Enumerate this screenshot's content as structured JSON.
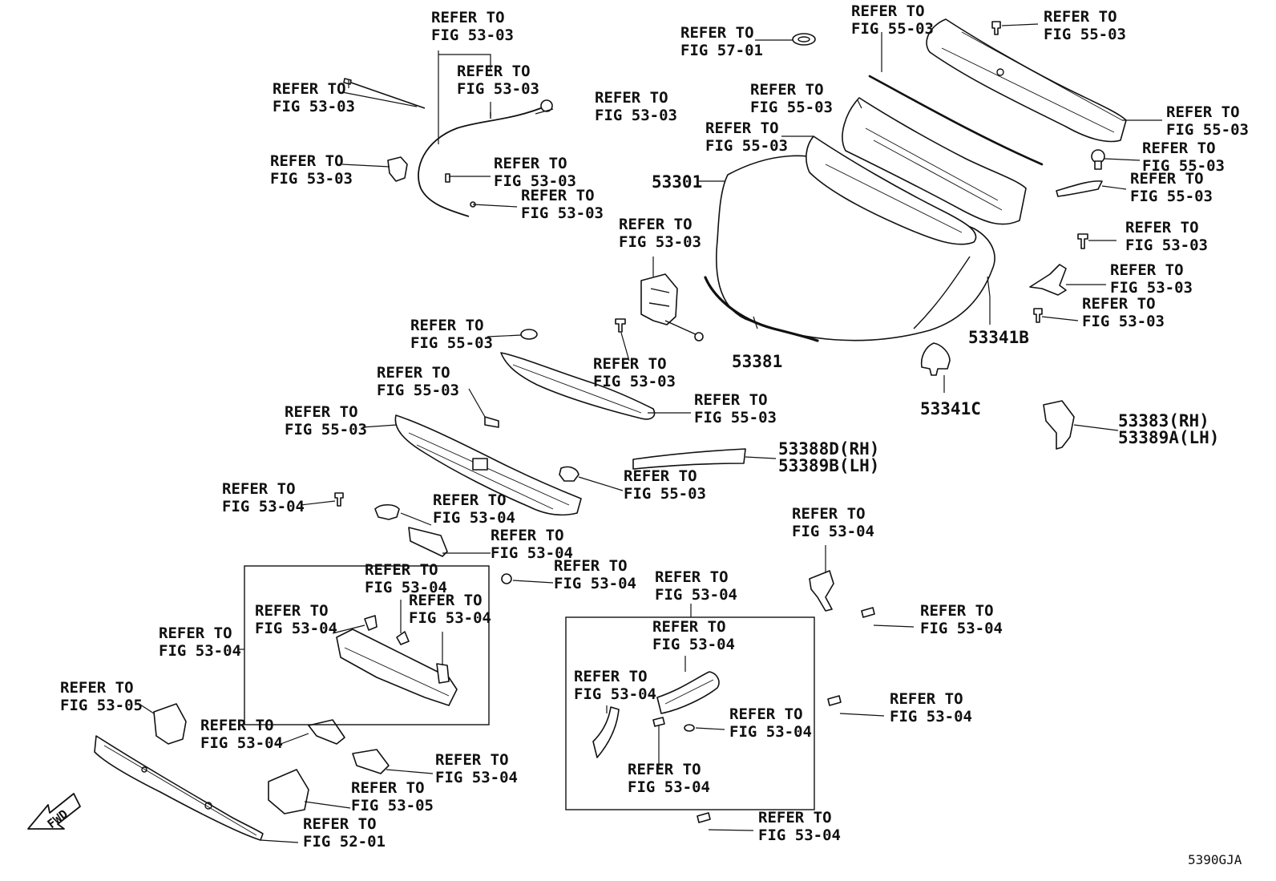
{
  "callouts": [
    {
      "id": "c01",
      "line1": "REFER TO",
      "line2": "FIG 53-03"
    },
    {
      "id": "c02",
      "line1": "REFER TO",
      "line2": "FIG 53-03"
    },
    {
      "id": "c03",
      "line1": "REFER TO",
      "line2": "FIG 53-03"
    },
    {
      "id": "c04",
      "line1": "REFER TO",
      "line2": "FIG 53-03"
    },
    {
      "id": "c05",
      "line1": "REFER TO",
      "line2": "FIG 53-03"
    },
    {
      "id": "c06",
      "line1": "REFER TO",
      "line2": "FIG 53-03"
    },
    {
      "id": "c07",
      "line1": "REFER TO",
      "line2": "FIG 53-03"
    },
    {
      "id": "c08",
      "line1": "REFER TO",
      "line2": "FIG 57-01"
    },
    {
      "id": "c09",
      "line1": "REFER TO",
      "line2": "FIG 55-03"
    },
    {
      "id": "c10",
      "line1": "REFER TO",
      "line2": "FIG 55-03"
    },
    {
      "id": "c11",
      "line1": "REFER TO",
      "line2": "FIG 55-03"
    },
    {
      "id": "c12",
      "line1": "REFER TO",
      "line2": "FIG 55-03"
    },
    {
      "id": "c13",
      "line1": "REFER TO",
      "line2": "FIG 55-03"
    },
    {
      "id": "c14",
      "line1": "REFER TO",
      "line2": "FIG 55-03"
    },
    {
      "id": "c15",
      "line1": "REFER TO",
      "line2": "FIG 55-03"
    },
    {
      "id": "c16",
      "line1": "REFER TO",
      "line2": "FIG 53-03"
    },
    {
      "id": "c17",
      "line1": "REFER TO",
      "line2": "FIG 53-03"
    },
    {
      "id": "c18",
      "line1": "REFER TO",
      "line2": "FIG 53-03"
    },
    {
      "id": "c19",
      "line1": "REFER TO",
      "line2": "FIG 53-03"
    },
    {
      "id": "c20",
      "line1": "REFER TO",
      "line2": "FIG 53-03"
    },
    {
      "id": "c21",
      "line1": "REFER TO",
      "line2": "FIG 55-03"
    },
    {
      "id": "c22",
      "line1": "REFER TO",
      "line2": "FIG 55-03"
    },
    {
      "id": "c23",
      "line1": "REFER TO",
      "line2": "FIG 55-03"
    },
    {
      "id": "c24",
      "line1": "REFER TO",
      "line2": "FIG 55-03"
    },
    {
      "id": "c25",
      "line1": "REFER TO",
      "line2": "FIG 55-03"
    },
    {
      "id": "c26",
      "line1": "REFER TO",
      "line2": "FIG 53-04"
    },
    {
      "id": "c27",
      "line1": "REFER TO",
      "line2": "FIG 53-04"
    },
    {
      "id": "c28",
      "line1": "REFER TO",
      "line2": "FIG 53-04"
    },
    {
      "id": "c29",
      "line1": "REFER TO",
      "line2": "FIG 53-04"
    },
    {
      "id": "c30",
      "line1": "REFER TO",
      "line2": "FIG 53-04"
    },
    {
      "id": "c31",
      "line1": "REFER TO",
      "line2": "FIG 53-04"
    },
    {
      "id": "c32",
      "line1": "REFER TO",
      "line2": "FIG 53-04"
    },
    {
      "id": "c33",
      "line1": "REFER TO",
      "line2": "FIG 53-04"
    },
    {
      "id": "c34",
      "line1": "REFER TO",
      "line2": "FIG 53-05"
    },
    {
      "id": "c35",
      "line1": "REFER TO",
      "line2": "FIG 53-04"
    },
    {
      "id": "c36",
      "line1": "REFER TO",
      "line2": "FIG 53-04"
    },
    {
      "id": "c37",
      "line1": "REFER TO",
      "line2": "FIG 53-05"
    },
    {
      "id": "c38",
      "line1": "REFER TO",
      "line2": "FIG 52-01"
    },
    {
      "id": "c39",
      "line1": "REFER TO",
      "line2": "FIG 53-04"
    },
    {
      "id": "c40",
      "line1": "REFER TO",
      "line2": "FIG 53-04"
    },
    {
      "id": "c41",
      "line1": "REFER TO",
      "line2": "FIG 53-04"
    },
    {
      "id": "c42",
      "line1": "REFER TO",
      "line2": "FIG 53-04"
    },
    {
      "id": "c43",
      "line1": "REFER TO",
      "line2": "FIG 53-04"
    },
    {
      "id": "c44",
      "line1": "REFER TO",
      "line2": "FIG 53-04"
    },
    {
      "id": "c45",
      "line1": "REFER TO",
      "line2": "FIG 53-04"
    },
    {
      "id": "c46",
      "line1": "REFER TO",
      "line2": "FIG 53-04"
    },
    {
      "id": "c47",
      "line1": "REFER TO",
      "line2": "FIG 53-04"
    }
  ],
  "part_numbers": {
    "hood": "53301",
    "hood_seal": "53381",
    "hood_lock_support": "53341B",
    "cushion": "53341C",
    "seal_rh": "53383(RH)",
    "seal_lh": "53389A(LH)",
    "weatherstrip_rh": "53388D(RH)",
    "weatherstrip_lh": "53389B(LH)"
  },
  "fwd_label": "FWD",
  "diagram_code": "5390GJA",
  "icons": [
    "fwd-arrow-icon"
  ]
}
